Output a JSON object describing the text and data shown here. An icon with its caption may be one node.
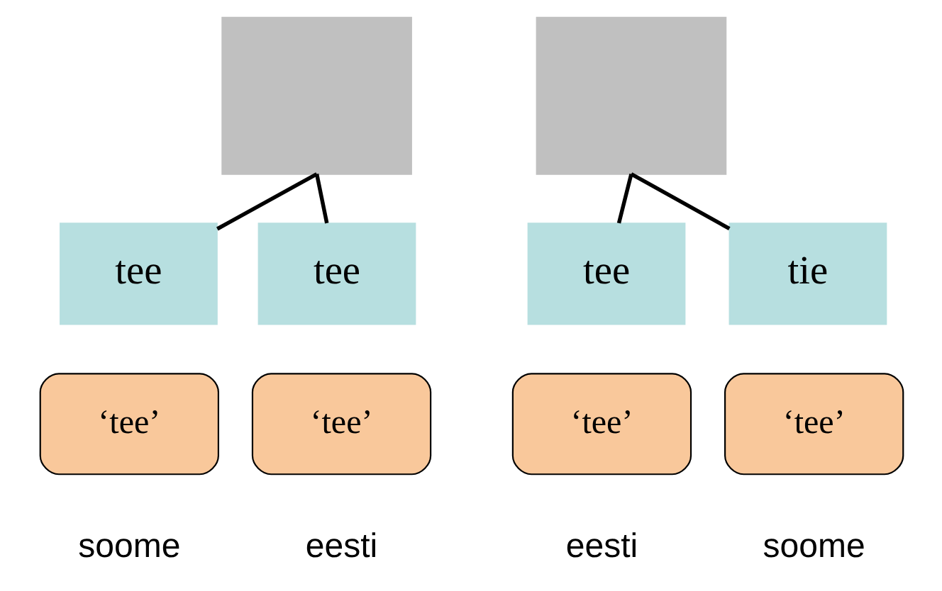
{
  "diagram": {
    "nodes": [
      {
        "text": [],
        "shape": "box"
      },
      {
        "text": [
          "tee"
        ]
      },
      {
        "text": [
          "tee"
        ]
      },
      {
        "text": [],
        "shape": "box"
      },
      {
        "text": [
          "tee"
        ]
      },
      {
        "text": [
          "tie"
        ]
      },
      {
        "text": [
          "‘tee’"
        ],
        "beside": [
          "soome"
        ]
      },
      {
        "text": [
          "‘tee’"
        ],
        "beside": [
          "eesti"
        ]
      },
      {
        "text": [
          "‘tee’"
        ],
        "beside": [
          "eesti"
        ]
      },
      {
        "text": [
          "‘tee’"
        ],
        "beside": [
          "soome"
        ]
      }
    ],
    "edges": [
      {
        "from": 0,
        "to": 1,
        "arrow": "none"
      },
      {
        "from": 0,
        "to": 2,
        "arrow": "none"
      },
      {
        "from": 3,
        "to": 4,
        "arrow": "none"
      },
      {
        "from": 3,
        "to": 5,
        "arrow": "none"
      }
    ]
  }
}
